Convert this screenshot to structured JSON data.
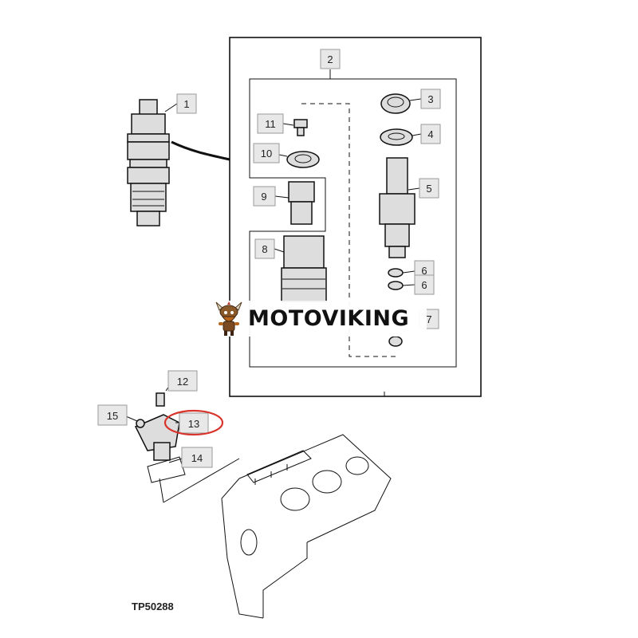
{
  "callouts": [
    {
      "id": "1",
      "label": "1"
    },
    {
      "id": "2",
      "label": "2"
    },
    {
      "id": "3",
      "label": "3"
    },
    {
      "id": "4",
      "label": "4"
    },
    {
      "id": "5",
      "label": "5"
    },
    {
      "id": "6a",
      "label": "6"
    },
    {
      "id": "6b",
      "label": "6"
    },
    {
      "id": "7",
      "label": "7"
    },
    {
      "id": "8",
      "label": "8"
    },
    {
      "id": "9",
      "label": "9"
    },
    {
      "id": "10",
      "label": "10"
    },
    {
      "id": "11",
      "label": "11"
    },
    {
      "id": "12",
      "label": "12"
    },
    {
      "id": "13",
      "label": "13"
    },
    {
      "id": "14",
      "label": "14"
    },
    {
      "id": "15",
      "label": "15"
    }
  ],
  "watermark": {
    "text": "MOTOVIKING",
    "logo": "viking-mascot-icon"
  },
  "figure_code": "TP50288",
  "highlight": {
    "target": "13",
    "color": "#d9342b"
  },
  "colors": {
    "line": "#111111",
    "callout_box": "#e8e8e8",
    "highlight": "#d9342b"
  }
}
